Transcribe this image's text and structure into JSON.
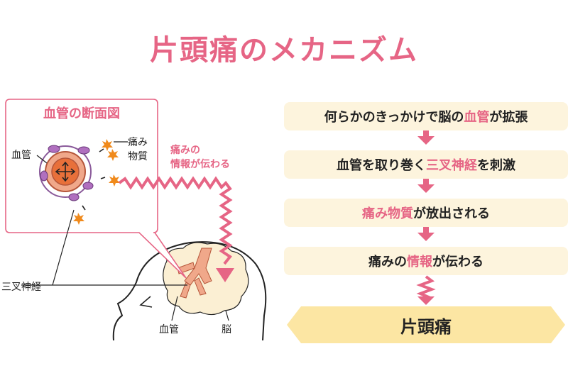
{
  "title": {
    "part1": "片頭痛のメカニズム"
  },
  "flow": {
    "step1": {
      "a": "何らかのきっかけで脳の",
      "b": "血管",
      "c": "が拡張"
    },
    "step2": {
      "a": "血管を取り巻く",
      "b": "三叉神経",
      "c": "を刺激"
    },
    "step3": {
      "a": "痛み物質",
      "b": "が放出される"
    },
    "step4": {
      "a": "痛みの",
      "b": "情報",
      "c": "が伝わる"
    },
    "final": "片頭痛"
  },
  "diagram": {
    "box_title": "血管の断面図",
    "label_vessel": "血管",
    "label_pain1": "痛み",
    "label_pain2": "物質",
    "label_info1": "痛みの",
    "label_info2": "情報が伝わる",
    "label_trigeminal": "三叉神経",
    "label_vessel_bottom": "血管",
    "label_brain": "脳"
  },
  "colors": {
    "accent": "#e66585",
    "step_bg": "#fdf4dd",
    "final_bg": "#fce6a3",
    "brain": "#fbefd3",
    "vessel": "#f0a88a"
  }
}
